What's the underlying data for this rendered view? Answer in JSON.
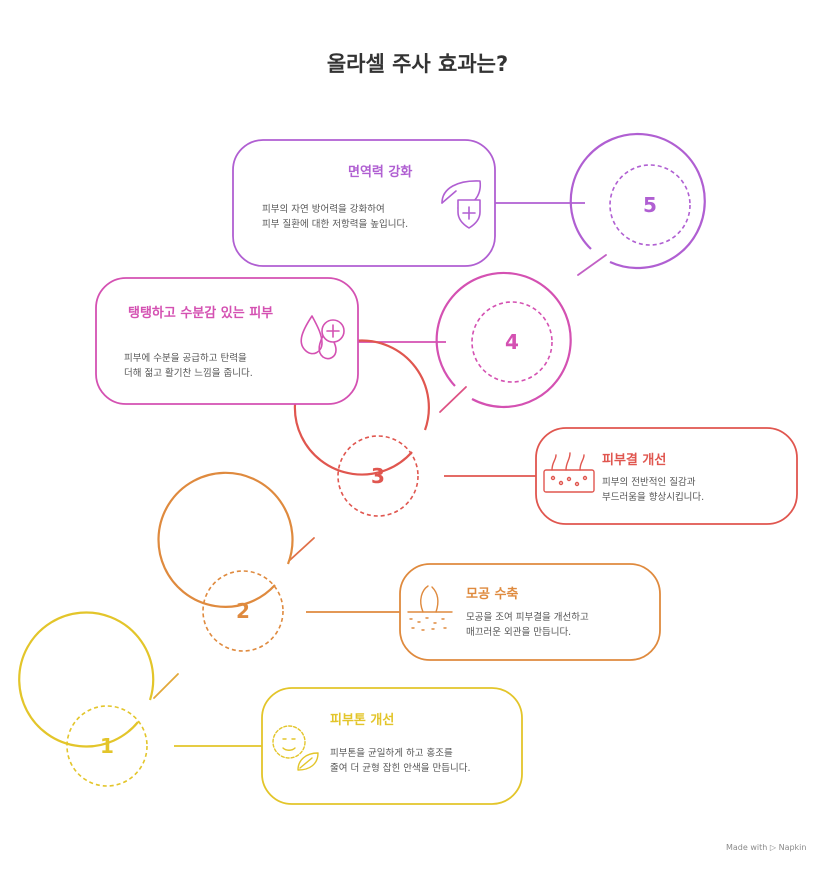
{
  "title": "올라셀 주사 효과는?",
  "steps": [
    {
      "number": "1",
      "title": "피부톤 개선",
      "desc_lines": [
        "피부톤을 균일하게 하고 홍조를",
        "줄여 더 균형 잡힌 안색을 만듭니다."
      ],
      "color": "#e3c52a",
      "icon": "face-leaf-icon"
    },
    {
      "number": "2",
      "title": "모공 수축",
      "desc_lines": [
        "모공을 조여 피부결을 개선하고",
        "매끄러운 외관을 만듭니다."
      ],
      "color": "#df8a3e",
      "icon": "pore-hair-icon"
    },
    {
      "number": "3",
      "title": "피부결 개선",
      "desc_lines": [
        "피부의 전반적인 질감과",
        "부드러움을 향상시킵니다."
      ],
      "color": "#e0564f",
      "icon": "skin-texture-icon"
    },
    {
      "number": "4",
      "title": "탱탱하고 수분감 있는 피부",
      "desc_lines": [
        "피부에 수분을 공급하고 탄력을",
        "더해 젊고 활기찬 느낌을 줍니다."
      ],
      "color": "#d451b2",
      "icon": "water-drop-plus-icon"
    },
    {
      "number": "5",
      "title": "면역력 강화",
      "desc_lines": [
        "피부의 자연 방어력을 강화하여",
        "피부 질환에 대한 저항력을 높입니다."
      ],
      "color": "#b05fd2",
      "icon": "leaf-shield-icon"
    }
  ],
  "watermark": {
    "made_with": "Made with",
    "brand": "Napkin"
  }
}
